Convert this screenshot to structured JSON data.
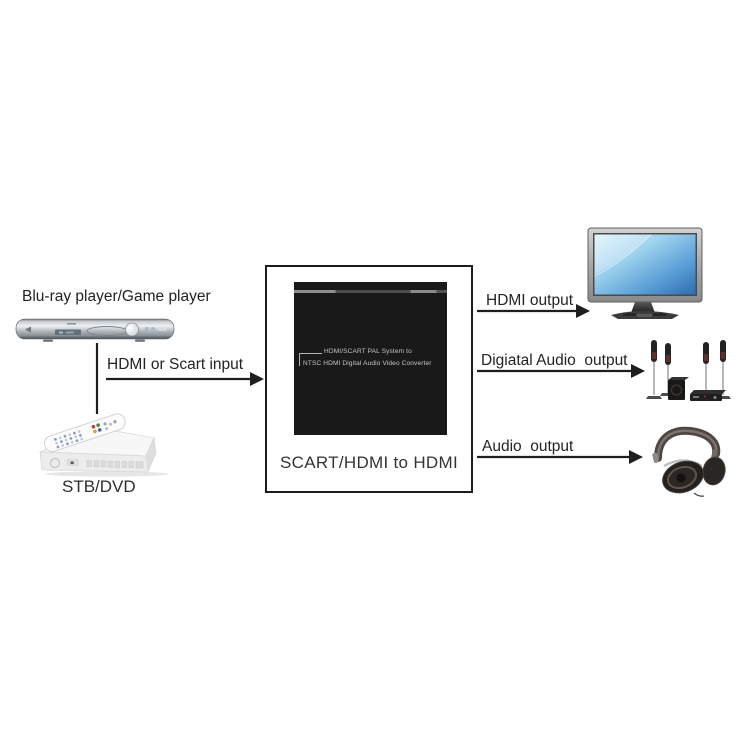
{
  "sources": {
    "bluray": {
      "label": "Blu-ray player/Game player"
    },
    "stb": {
      "label": "STB/DVD"
    }
  },
  "input_connection": {
    "label": "HDMI or Scart input"
  },
  "converter": {
    "device_line1": "HDMI/SCART PAL System to",
    "device_line2": "NTSC HDMI Digital Audio Video Converter",
    "caption": "SCART/HDMI to HDMI"
  },
  "outputs": {
    "hdmi": {
      "label": "HDMI output",
      "target": "monitor"
    },
    "digital_audio": {
      "label": "Digiatal Audio  output",
      "target": "speaker-system"
    },
    "audio": {
      "label": "Audio  output",
      "target": "headphones"
    }
  },
  "colors": {
    "background": "#ffffff",
    "connector_line": "#1e1e1e",
    "label_text": "#232323",
    "converter_body": "#191919",
    "converter_text": "#c6c6c6",
    "monitor_screen_light": "#ddf1fb",
    "monitor_screen_dark": "#2f6cb0"
  }
}
